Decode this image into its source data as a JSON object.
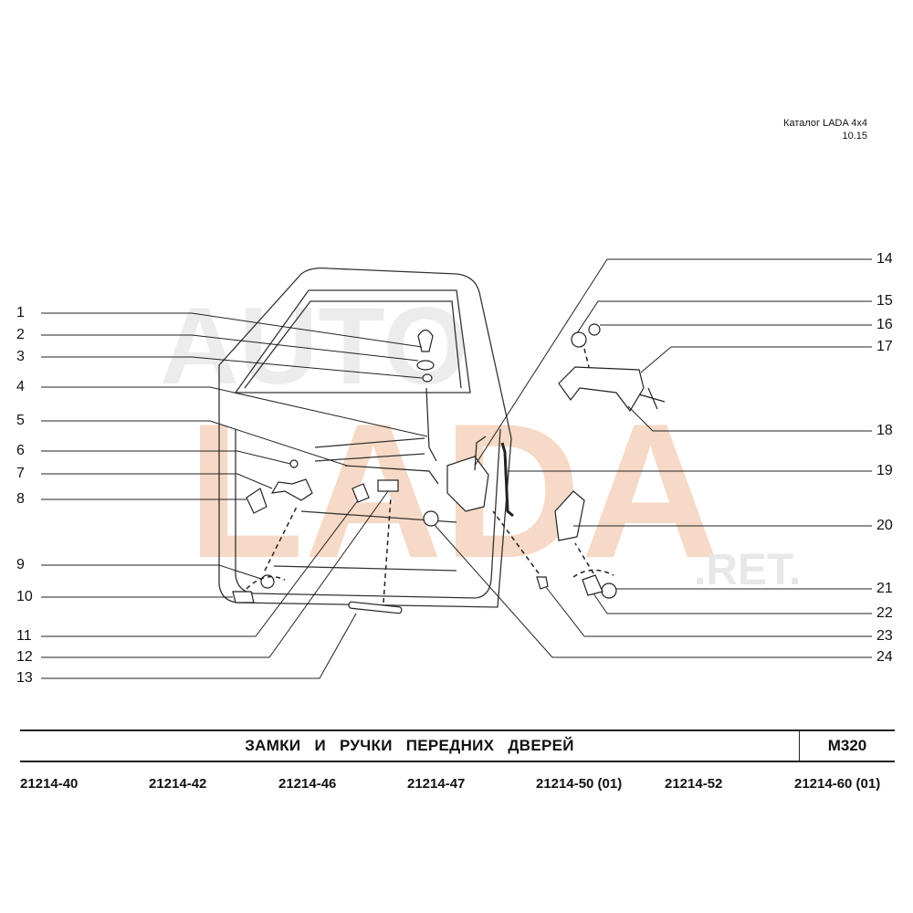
{
  "header": {
    "catalog": "Каталог  LADA  4x4",
    "date": "10.15"
  },
  "watermark": {
    "main": "LADA",
    "sub": "AUTO",
    "suffix": ".RET."
  },
  "callouts": {
    "left": [
      "1",
      "2",
      "3",
      "4",
      "5",
      "6",
      "7",
      "8",
      "9",
      "10",
      "11",
      "12",
      "13"
    ],
    "right": [
      "14",
      "15",
      "16",
      "17",
      "18",
      "19",
      "20",
      "21",
      "22",
      "23",
      "24"
    ]
  },
  "footer": {
    "title": "ЗАМКИ  И  РУЧКИ  ПЕРЕДНИХ  ДВЕРЕЙ",
    "code": "М320",
    "models": [
      "21214-40",
      "21214-42",
      "21214-46",
      "21214-47",
      "21214-50 (01)",
      "21214-52",
      "21214-60 (01)"
    ]
  },
  "colors": {
    "watermark": "#f6d9c6",
    "line": "#222222"
  }
}
